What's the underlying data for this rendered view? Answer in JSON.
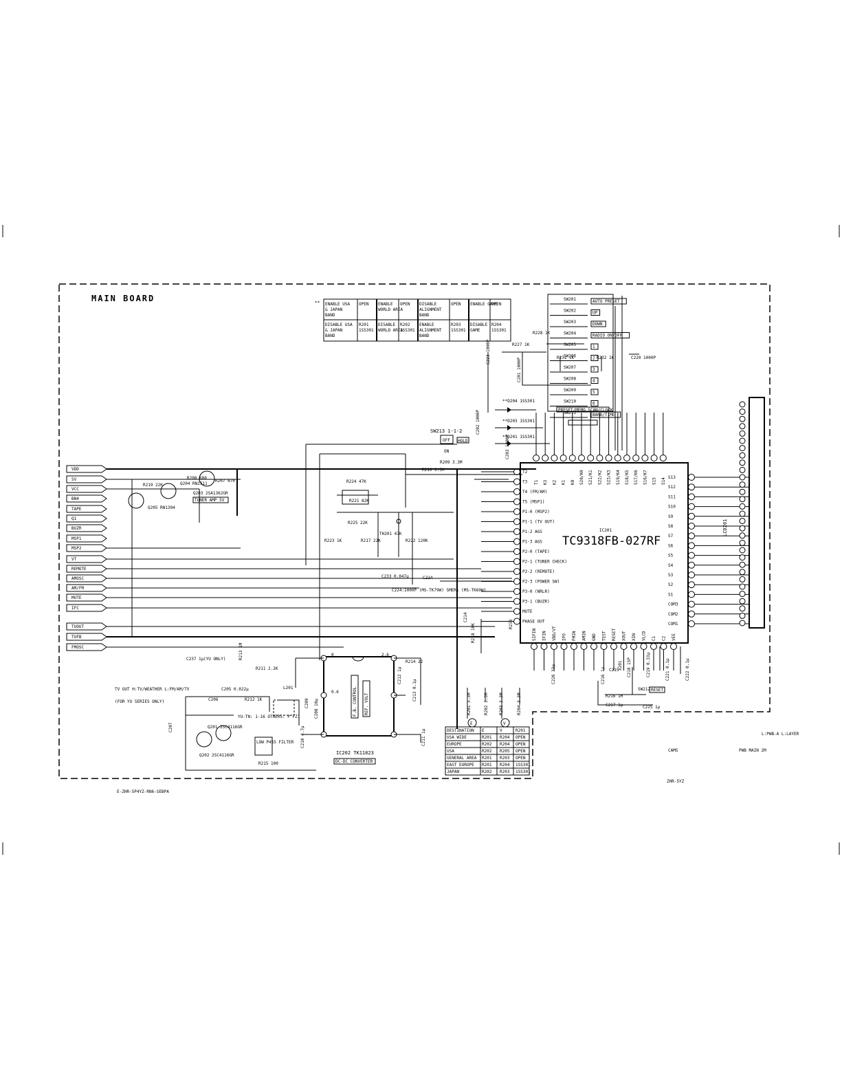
{
  "board_title": "MAIN BOARD",
  "ic_main": {
    "ref": "IC201",
    "part": "TC9318FB-027RF"
  },
  "ic_sub": {
    "part": "IC202 TK11823",
    "label": "DC-DC CONVERTER",
    "box1": "F.B. CONTROL",
    "box2": "REF. VOLT"
  },
  "connector": "LCD201",
  "note_mark": "**",
  "option_table": [
    [
      "ENABLE USA & JAPAN BAND",
      "OPEN",
      "ENABLE WORLD AREA",
      "OPEN",
      "DISABLE ALIGNMENT BAND",
      "OPEN",
      "ENABLE GAME",
      "OPEN"
    ],
    [
      "DISABLE USA & JAPAN BAND",
      "R201 1SS301",
      "DISABLE WORLD AREA",
      "R202 1SS301",
      "ENABLE ALIGNMENT BAND",
      "R203 1SS301",
      "DISABLE GAME",
      "R204 1SS301"
    ]
  ],
  "dest_table": {
    "header": [
      "DESTINATION",
      "E",
      "V",
      "R201"
    ],
    "rows": [
      [
        "USA WIDE",
        "R201",
        "R204",
        "OPEN"
      ],
      [
        "EUROPE",
        "R202",
        "R204",
        "OPEN"
      ],
      [
        "USA",
        "R202",
        "R205",
        "OPEN"
      ],
      [
        "GENERAL AREA",
        "R201",
        "R203",
        "OPEN"
      ],
      [
        "EAST EUROPE",
        "R201",
        "R204",
        "1SS301"
      ],
      [
        "JAPAN",
        "R202",
        "R203",
        "1SS301"
      ]
    ]
  },
  "signals": [
    "VDD",
    "5V",
    "VCC",
    "BN4",
    "TAPE",
    "Q1",
    "BUZR",
    "MSP1",
    "MSP2",
    "VT",
    "REMOTE",
    "AMOSC",
    "AM/FM",
    "MUTE",
    "IFC",
    "TUOUT",
    "TUFB",
    "FMOSC"
  ],
  "left_pins": [
    "T2",
    "T3",
    "T4 (FM/AM)",
    "T5 (MSP1)",
    "P1-0 (MSP2)",
    "P1-1 (TV OUT)",
    "P1-2 AGS",
    "P1-3 AGS",
    "P2-0 (TAPE)",
    "P2-1 (TUNER CHECK)",
    "P2-2 (REMOTE)",
    "P2-3 (POWER SW)",
    "P3-0 (NRLR)",
    "P3-1 (BUZR)",
    "MUTE",
    "PHASE OUT"
  ],
  "top_pins": [
    "T1",
    "K3",
    "K2",
    "K1",
    "K0",
    "S20/K0",
    "S21/K1",
    "S22/K2",
    "S23/K3",
    "S19/K4",
    "S18/K5",
    "S17/K6",
    "S16/K7",
    "S15",
    "S14"
  ],
  "right_pins": [
    "S13",
    "S12",
    "S11",
    "S10",
    "S9",
    "S8",
    "S7",
    "S6",
    "S5",
    "S4",
    "S3",
    "S2",
    "S1",
    "COM3",
    "COM2",
    "COM1"
  ],
  "bottom_pins": [
    "SIFIN",
    "IFIN",
    "VDD/VT",
    "IPO",
    "FMIN",
    "AMIN",
    "GND",
    "TEST",
    "RESET",
    "XOUT",
    "XIN",
    "VLCD",
    "C1",
    "C2",
    "VEE"
  ],
  "switches": [
    {
      "ref": "SW201",
      "label": "AUTO PRESET"
    },
    {
      "ref": "SW202",
      "label": "UP"
    },
    {
      "ref": "SW203",
      "label": "DOWN"
    },
    {
      "ref": "SW204",
      "label": "RADIO ON/OFF"
    },
    {
      "ref": "SW205",
      "label": "1"
    },
    {
      "ref": "SW206",
      "label": "2"
    },
    {
      "ref": "SW207",
      "label": "3"
    },
    {
      "ref": "SW208",
      "label": "4"
    },
    {
      "ref": "SW209",
      "label": "5"
    },
    {
      "ref": "SW210",
      "label": "6"
    },
    {
      "ref": "SW211",
      "label": "BAND/TIME"
    }
  ],
  "sw_box1": "PRESET/MEMO SCAN/CLOCK",
  "sw213": {
    "ref": "SW213 1-1-2",
    "off": "OFF",
    "on": "ON",
    "hold": "HOLD"
  },
  "parts": {
    "r209": "R209 3.3M",
    "r210": "R210 3.3M",
    "q201": "Q201 2SC4116GR",
    "q202": "Q202 2SC4116GR",
    "q203": "Q203 2SA1362GR",
    "q204": "Q204 RN2311",
    "q205": "Q205 RN1304",
    "r207": "R207 470",
    "r208": "R208 680",
    "r219": "R219 22K",
    "tuner_amp": "TUNER AMP 5V",
    "r224": "R224 47K",
    "r225": "R225 22K",
    "r221": "R221 82K",
    "r222": "R222 120K",
    "r217": "R217 22K",
    "th201": "TH201 47K",
    "r223": "R223 1K",
    "c233": "C233 0.047μ",
    "c224": "C224",
    "c224_note": "C224:1000P (MS-TK79W) SMER1 (MS-TK69W)",
    "r213": "R213 1M",
    "r211": "R211 2.2K",
    "c205": "C205 0.022μ",
    "c206": "C206",
    "r212": "R212 1K",
    "l201": "L201",
    "c207": "C207",
    "r215": "R215 100",
    "lcr_note": "YU-TN: 1-16 OTHERS: P FZ)",
    "low_filter": "LOW P455 FILTER",
    "tv_note": "TV OUT H:TV/WEATHER L:FM/AM/TV",
    "yu_note": "(FOR YU SERIES ONLY)",
    "c237": "C237 1μ",
    "yu_only": "(YU ONLY)",
    "r214": "R214 22",
    "c213": "C213 0.1μ",
    "c212": "C212 1μ",
    "c209": "C209",
    "c208": "C208 10μ",
    "c210": "C210 4.7μ",
    "c211": "C211 1μ",
    "r201": "R201 3.3M",
    "r202": "R202 3.3M",
    "r203": "R203 3.3M",
    "r204": "R204 3.3M",
    "c226": "C226 33μ",
    "c216": "C216 1μ",
    "c215": "C215",
    "c218": "C218 15P",
    "x201": "X201",
    "c219": "C219 0.33μ",
    "sw212": "SW212",
    "sw212_lbl": "RESET",
    "r216": "R216 1M",
    "c217": "C217 1μ",
    "c225": "C225 1μ",
    "c221": "C221 0.1μ",
    "c222": "C222 0.1μ",
    "r227": "R227 1K",
    "r228": "R228 1K",
    "r229": "R229",
    "r231": "R231 1K",
    "r232": "R232 1K",
    "c220": "C220 1000P",
    "c223": "C223 1000P",
    "c201": "C201 1000P",
    "c202": "C202 1000P",
    "c203": "C203 1000P",
    "d204": "**D204 1SS301",
    "d203": "**D203 1SS301",
    "d201": "**D201 1SS301",
    "r233": "R233",
    "c214": "C214",
    "r218": "R218 10K",
    "volt_0": "0",
    "volt_26": "2.6",
    "volt_06": "0.6"
  },
  "footer": {
    "left": "E-ZHR-5P4YZ-RN6-SEBPA",
    "cam": "CAM5",
    "pwb": "PWB MAIN 2M",
    "zhr": "ZHR-5YZ",
    "lpwb": "L:PWB-A L:LAYER"
  }
}
